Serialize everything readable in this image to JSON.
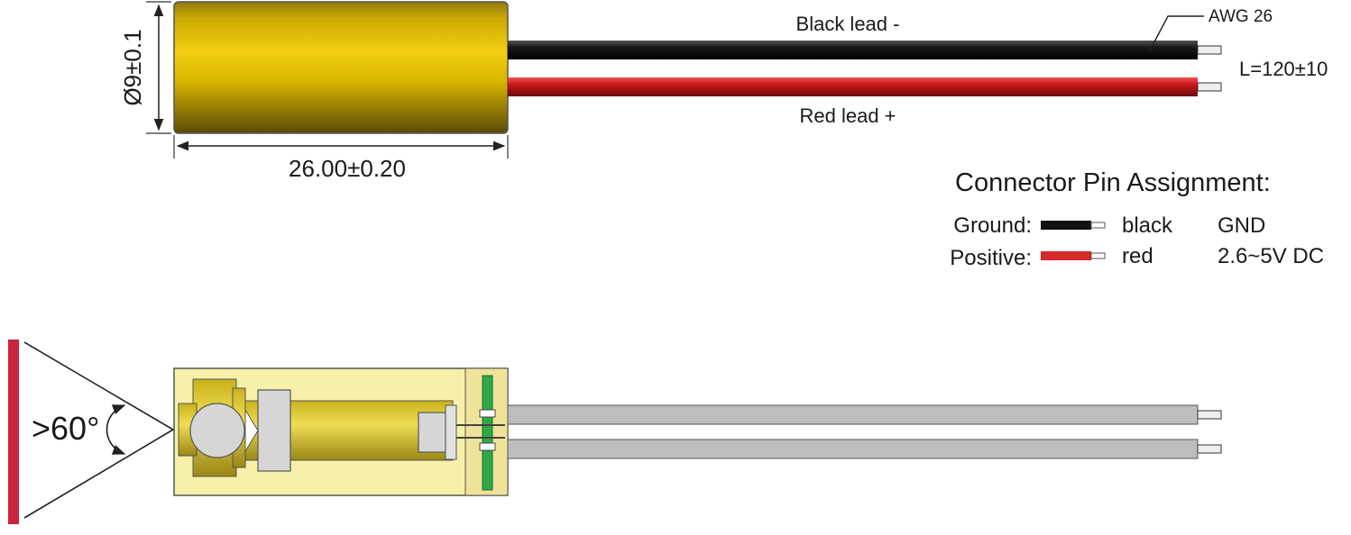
{
  "dimensions": {
    "diameter": "Ø9±0.1",
    "length": "26.00±0.20",
    "lead_length": "L=120±10",
    "wire_gauge": "AWG 26"
  },
  "leads": {
    "black": "Black lead -",
    "red": "Red lead +"
  },
  "connector": {
    "title": "Connector Pin Assignment:",
    "rows": [
      {
        "label": "Ground:",
        "wire_color": "#111111",
        "color_name": "black",
        "function": "GND"
      },
      {
        "label": "Positive:",
        "wire_color": "#d42a2a",
        "color_name": "red",
        "function": "2.6~5V DC"
      }
    ]
  },
  "beam": {
    "angle": ">60°",
    "color": "#c8243a"
  },
  "colors": {
    "brass": "#e0b800",
    "housing_section": "#f7f0a8",
    "pcb": "#2fa84a",
    "wire_gray": "#bdbdbd"
  }
}
